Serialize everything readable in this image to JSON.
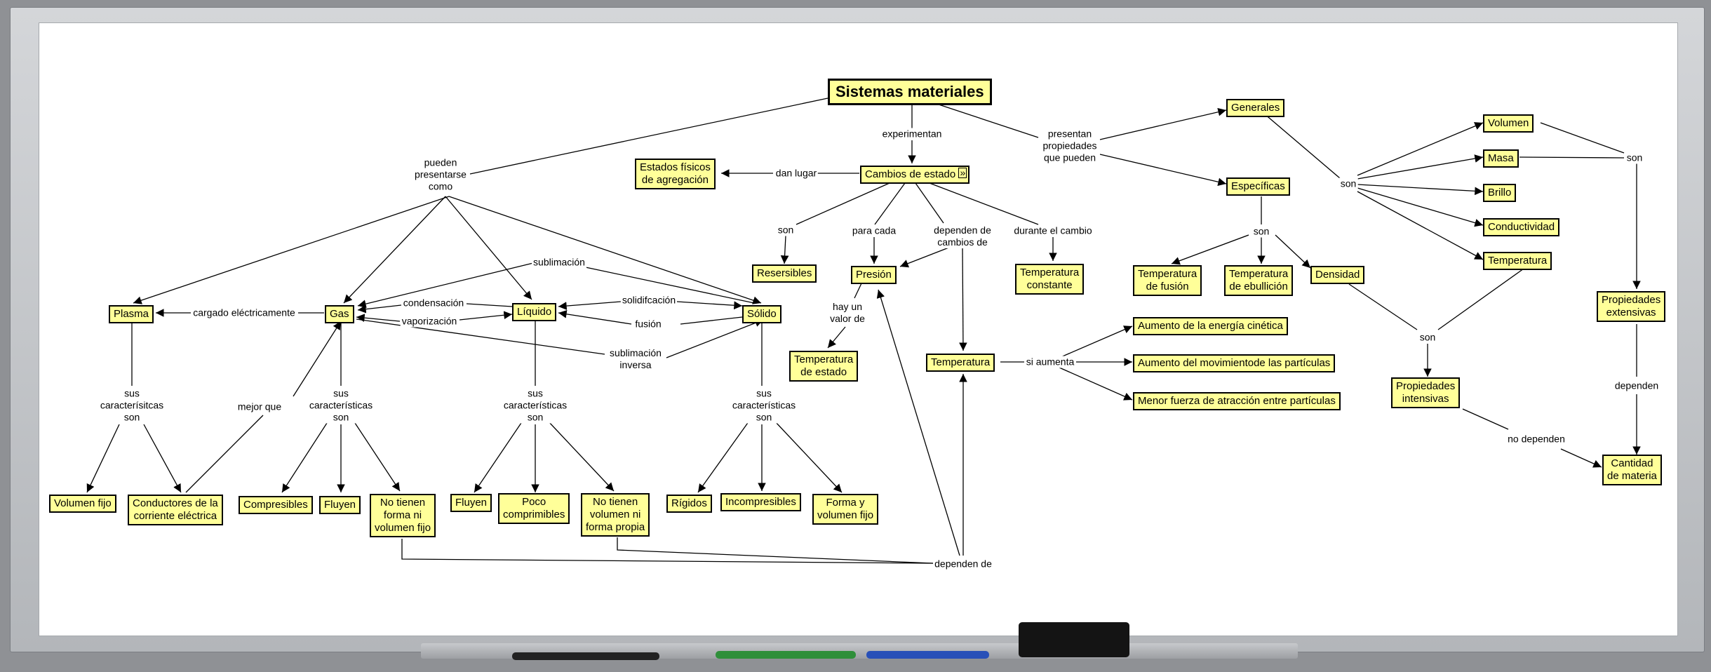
{
  "title": "Sistemas materiales",
  "concepts": {
    "sistemas": "Sistemas materiales",
    "estados_fisicos": "Estados físicos\nde agregación",
    "cambios_estado": "Cambios de estado",
    "generales": "Generales",
    "especificas": "Específicas",
    "volumen": "Volumen",
    "masa": "Masa",
    "brillo": "Brillo",
    "conductividad": "Conductividad",
    "temperatura_prop": "Temperatura",
    "prop_extensivas": "Propiedades\nextensivas",
    "prop_intensivas": "Propiedades\nintensivas",
    "cantidad_materia": "Cantidad\nde materia",
    "temp_fusion": "Temperatura\nde fusión",
    "temp_ebullicion": "Temperatura\nde ebullición",
    "densidad": "Densidad",
    "plasma": "Plasma",
    "gas": "Gas",
    "liquido": "Líquido",
    "solido": "Sólido",
    "resersibles": "Resersibles",
    "presion": "Presión",
    "temp_constante": "Temperatura\nconstante",
    "temp_estado": "Temperatura\nde estado",
    "temperatura_main": "Temperatura",
    "aumento_energia": "Aumento de la energía cinética",
    "aumento_movimiento": "Aumento del movimientode las partículas",
    "menor_fuerza": "Menor fuerza de atracción entre partículas",
    "volumen_fijo": "Volumen fijo",
    "conductores": "Conductores de la\ncorriente eléctrica",
    "compresibles": "Compresibles",
    "fluyen_gas": "Fluyen",
    "no_forma_gas": "No tienen\nforma ni\nvolumen fijo",
    "fluyen_liq": "Fluyen",
    "poco_comprimibles": "Poco\ncomprimibles",
    "no_vol_liq": "No tienen\nvolumen ni\nforma propia",
    "rigidos": "Rígidos",
    "incompresibles": "Incompresibles",
    "forma_volumen": "Forma y\nvolumen fijo"
  },
  "linking_phrases": {
    "experimentan": "experimentan",
    "presentan_prop": "presentan\npropiedades\nque pueden",
    "pueden_presentarse": "pueden\npresentarse\ncomo",
    "dan_lugar": "dan lugar",
    "son_generales": "son",
    "son_extensivas": "son",
    "son_intensivas": "son",
    "son_especificas": "son",
    "dependen_ext": "dependen",
    "no_dependen": "no dependen",
    "son_cambios": "son",
    "para_cada": "para cada",
    "dependen_cambios": "dependen de\ncambios de",
    "durante_cambio": "durante el cambio",
    "hay_un_valor": "hay un\nvalor de",
    "si_aumenta": "si aumenta",
    "sublimacion": "sublimación",
    "condensacion": "condensación",
    "vaporizacion": "vaporización",
    "solidificacion": "solidifcación",
    "fusion": "fusión",
    "sublimacion_inversa": "sublimación\ninversa",
    "cargado": "cargado eléctricamente",
    "mejor_que": "mejor que",
    "car_plasma": "sus\ncaracterísitcas\nson",
    "car_gas": "sus\ncaracterísticas\nson",
    "car_liquido": "sus\ncaracterísticas\nson",
    "car_solido": "sus\ncaracterísticas\nson",
    "dependen_de": "dependen de"
  },
  "colors": {
    "concept_fill": "#ffff99",
    "concept_border": "#000000",
    "board": "#ffffff",
    "frame": "#b8babd",
    "link": "#000000"
  }
}
